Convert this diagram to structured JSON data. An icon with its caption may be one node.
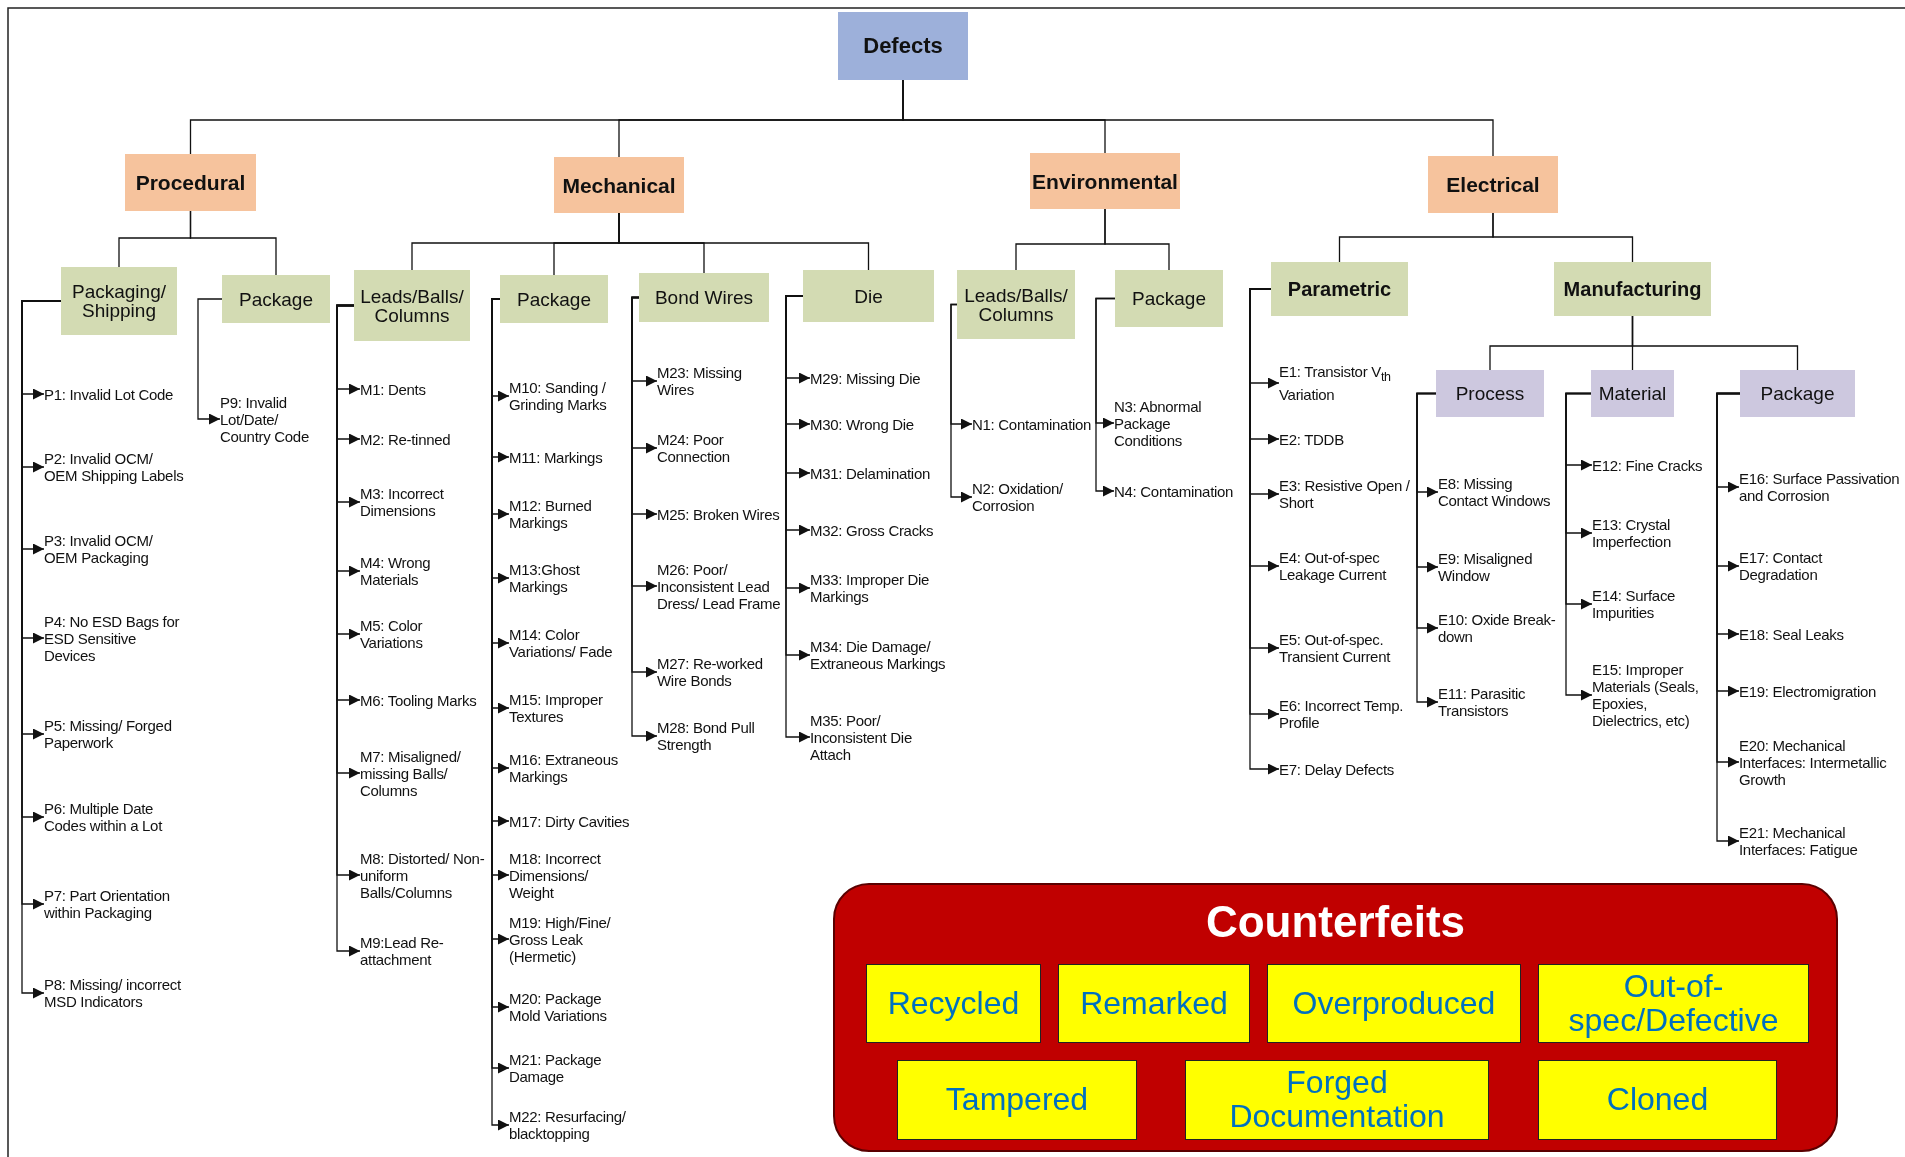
{
  "diagram": {
    "nodes": [
      {
        "text": [
          "Defects"
        ]
      },
      {
        "text": [
          "Procedural"
        ]
      },
      {
        "text": [
          "Mechanical"
        ]
      },
      {
        "text": [
          "Environmental"
        ]
      },
      {
        "text": [
          "Electrical"
        ]
      },
      {
        "text": [
          "Packaging/ Shipping"
        ]
      },
      {
        "text": [
          "P1: Invalid Lot Code"
        ]
      },
      {
        "text": [
          "P2: Invalid OCM/ OEM Shipping Labels"
        ]
      },
      {
        "text": [
          "P3: Invalid OCM/ OEM Packaging"
        ]
      },
      {
        "text": [
          "P4: No ESD Bags for ESD Sensitive Devices"
        ]
      },
      {
        "text": [
          "P5: Missing/ Forged Paperwork"
        ]
      },
      {
        "text": [
          "P6: Multiple Date Codes within a Lot"
        ]
      },
      {
        "text": [
          "P7: Part Orientation within Packaging"
        ]
      },
      {
        "text": [
          "P8: Missing/ incorrect MSD Indicators"
        ]
      },
      {
        "text": [
          "Package"
        ]
      },
      {
        "text": [
          "P9: Invalid Lot/Date/ Country Code"
        ]
      },
      {
        "text": [
          "Leads/Balls/ Columns"
        ]
      },
      {
        "text": [
          "M1: Dents"
        ]
      },
      {
        "text": [
          "M2: Re-tinned"
        ]
      },
      {
        "text": [
          "M3: Incorrect Dimensions"
        ]
      },
      {
        "text": [
          "M4: Wrong Materials"
        ]
      },
      {
        "text": [
          "M5: Color Variations"
        ]
      },
      {
        "text": [
          "M6: Tooling Marks"
        ]
      },
      {
        "text": [
          "M7: Misaligned/ missing Balls/ Columns"
        ]
      },
      {
        "text": [
          "M8: Distorted/ Non-uniform Balls/Columns"
        ]
      },
      {
        "text": [
          "M9:Lead Re-attachment"
        ]
      },
      {
        "text": [
          "Package"
        ]
      },
      {
        "text": [
          "M10: Sanding / Grinding Marks"
        ]
      },
      {
        "text": [
          "M11: Markings"
        ]
      },
      {
        "text": [
          "M12: Burned Markings"
        ]
      },
      {
        "text": [
          "M13:Ghost Markings"
        ]
      },
      {
        "text": [
          "M14: Color Variations/ Fade"
        ]
      },
      {
        "text": [
          "M15: Improper Textures"
        ]
      },
      {
        "text": [
          "M16: Extraneous Markings"
        ]
      },
      {
        "text": [
          "M17: Dirty Cavities"
        ]
      },
      {
        "text": [
          "M18: Incorrect Dimensions/ Weight"
        ]
      },
      {
        "text": [
          "M19: High/Fine/ Gross Leak (Hermetic)"
        ]
      },
      {
        "text": [
          "M20: Package Mold Variations"
        ]
      },
      {
        "text": [
          "M21: Package Damage"
        ]
      },
      {
        "text": [
          "M22: Resurfacing/ blacktopping"
        ]
      },
      {
        "text": [
          "Bond Wires"
        ]
      },
      {
        "text": [
          "M23: Missing Wires"
        ]
      },
      {
        "text": [
          "M24: Poor Connection"
        ]
      },
      {
        "text": [
          "M25: Broken Wires"
        ]
      },
      {
        "text": [
          "M26: Poor/ Inconsistent Lead Dress/ Lead Frame"
        ]
      },
      {
        "text": [
          "M27: Re-worked Wire Bonds"
        ]
      },
      {
        "text": [
          "M28: Bond Pull Strength"
        ]
      },
      {
        "text": [
          "Die"
        ]
      },
      {
        "text": [
          "M29: Missing Die"
        ]
      },
      {
        "text": [
          "M30: Wrong Die"
        ]
      },
      {
        "text": [
          "M31: Delamination"
        ]
      },
      {
        "text": [
          "M32: Gross Cracks"
        ]
      },
      {
        "text": [
          "M33: Improper Die Markings"
        ]
      },
      {
        "text": [
          "M34: Die Damage/ Extraneous Markings"
        ]
      },
      {
        "text": [
          "M35: Poor/ Inconsistent Die Attach"
        ]
      },
      {
        "text": [
          "Leads/Balls/ Columns"
        ]
      },
      {
        "text": [
          "N1: Contamination"
        ]
      },
      {
        "text": [
          "N2: Oxidation/ Corrosion"
        ]
      },
      {
        "text": [
          "Package"
        ]
      },
      {
        "text": [
          "N3: Abnormal Package Conditions"
        ]
      },
      {
        "text": [
          "N4: Contamination"
        ]
      },
      {
        "text": [
          "Parametric"
        ]
      },
      {
        "text": [
          "E1: Transistor V$_{th}$ Variation"
        ]
      },
      {
        "text": [
          "E2: TDDB"
        ]
      },
      {
        "text": [
          "E3: Resistive Open / Short"
        ]
      },
      {
        "text": [
          "E4: Out-of-spec Leakage Current"
        ]
      },
      {
        "text": [
          "E5: Out-of-spec. Transient Current"
        ]
      },
      {
        "text": [
          "E6: Incorrect Temp. Profile"
        ]
      },
      {
        "text": [
          "E7: Delay Defects"
        ]
      },
      {
        "text": [
          "Manufacturing"
        ]
      },
      {
        "text": [
          "Process"
        ]
      },
      {
        "text": [
          "E8: Missing Contact Windows"
        ]
      },
      {
        "text": [
          "E9: Misaligned Window"
        ]
      },
      {
        "text": [
          "E10: Oxide Break-down"
        ]
      },
      {
        "text": [
          "E11: Parasitic Transistors"
        ]
      },
      {
        "text": [
          "Material"
        ]
      },
      {
        "text": [
          "E12: Fine Cracks"
        ]
      },
      {
        "text": [
          "E13: Crystal Imperfection"
        ]
      },
      {
        "text": [
          "E14: Surface Impurities"
        ]
      },
      {
        "text": [
          "E15: Improper Materials (Seals, Epoxies, Dielectrics, etc)"
        ]
      },
      {
        "text": [
          "Package"
        ]
      },
      {
        "text": [
          "E16: Surface Passivation and Corrosion"
        ]
      },
      {
        "text": [
          "E17: Contact Degradation"
        ]
      },
      {
        "text": [
          "E18: Seal Leaks"
        ]
      },
      {
        "text": [
          "E19: Electromigration"
        ]
      },
      {
        "text": [
          "E20: Mechanical Interfaces: Intermetallic Growth"
        ]
      },
      {
        "text": [
          "E21: Mechanical Interfaces: Fatigue"
        ]
      },
      {
        "text": [
          "Counterfeits"
        ]
      },
      {
        "text": [
          "Recycled"
        ],
        "in": 87
      },
      {
        "text": [
          "Remarked"
        ],
        "in": 87
      },
      {
        "text": [
          "Overproduced"
        ],
        "in": 87
      },
      {
        "text": [
          "Out-of-spec/Defective"
        ],
        "in": 87
      },
      {
        "text": [
          "Tampered"
        ],
        "in": 87
      },
      {
        "text": [
          "Forged Documentation"
        ],
        "in": 87
      },
      {
        "text": [
          "Cloned"
        ],
        "in": 87
      }
    ],
    "edges": [
      {
        "from": 0,
        "to": 1,
        "arrow": "none"
      },
      {
        "from": 0,
        "to": 2,
        "arrow": "none"
      },
      {
        "from": 0,
        "to": 3,
        "arrow": "none"
      },
      {
        "from": 0,
        "to": 4,
        "arrow": "none"
      },
      {
        "from": 1,
        "to": 5,
        "arrow": "none"
      },
      {
        "from": 1,
        "to": 14,
        "arrow": "none"
      },
      {
        "from": 2,
        "to": 16,
        "arrow": "none"
      },
      {
        "from": 2,
        "to": 26,
        "arrow": "none"
      },
      {
        "from": 2,
        "to": 40,
        "arrow": "none"
      },
      {
        "from": 2,
        "to": 47,
        "arrow": "none"
      },
      {
        "from": 3,
        "to": 55,
        "arrow": "none"
      },
      {
        "from": 3,
        "to": 58,
        "arrow": "none"
      },
      {
        "from": 4,
        "to": 61,
        "arrow": "none"
      },
      {
        "from": 4,
        "to": 69,
        "arrow": "none"
      },
      {
        "from": 69,
        "to": 70,
        "arrow": "none"
      },
      {
        "from": 69,
        "to": 75,
        "arrow": "none"
      },
      {
        "from": 69,
        "to": 80,
        "arrow": "none"
      },
      {
        "from": 5,
        "to": 6,
        "arrow": "to"
      },
      {
        "from": 5,
        "to": 7,
        "arrow": "to"
      },
      {
        "from": 5,
        "to": 8,
        "arrow": "to"
      },
      {
        "from": 5,
        "to": 9,
        "arrow": "to"
      },
      {
        "from": 5,
        "to": 10,
        "arrow": "to"
      },
      {
        "from": 5,
        "to": 11,
        "arrow": "to"
      },
      {
        "from": 5,
        "to": 12,
        "arrow": "to"
      },
      {
        "from": 5,
        "to": 13,
        "arrow": "to"
      },
      {
        "from": 14,
        "to": 15,
        "arrow": "to"
      },
      {
        "from": 16,
        "to": 17,
        "arrow": "to"
      },
      {
        "from": 16,
        "to": 18,
        "arrow": "to"
      },
      {
        "from": 16,
        "to": 19,
        "arrow": "to"
      },
      {
        "from": 16,
        "to": 20,
        "arrow": "to"
      },
      {
        "from": 16,
        "to": 21,
        "arrow": "to"
      },
      {
        "from": 16,
        "to": 22,
        "arrow": "to"
      },
      {
        "from": 16,
        "to": 23,
        "arrow": "to"
      },
      {
        "from": 16,
        "to": 24,
        "arrow": "to"
      },
      {
        "from": 16,
        "to": 25,
        "arrow": "to"
      },
      {
        "from": 26,
        "to": 27,
        "arrow": "to"
      },
      {
        "from": 26,
        "to": 28,
        "arrow": "to"
      },
      {
        "from": 26,
        "to": 29,
        "arrow": "to"
      },
      {
        "from": 26,
        "to": 30,
        "arrow": "to"
      },
      {
        "from": 26,
        "to": 31,
        "arrow": "to"
      },
      {
        "from": 26,
        "to": 32,
        "arrow": "to"
      },
      {
        "from": 26,
        "to": 33,
        "arrow": "to"
      },
      {
        "from": 26,
        "to": 34,
        "arrow": "to"
      },
      {
        "from": 26,
        "to": 35,
        "arrow": "to"
      },
      {
        "from": 26,
        "to": 36,
        "arrow": "to"
      },
      {
        "from": 26,
        "to": 37,
        "arrow": "to"
      },
      {
        "from": 26,
        "to": 38,
        "arrow": "to"
      },
      {
        "from": 26,
        "to": 39,
        "arrow": "to"
      },
      {
        "from": 40,
        "to": 41,
        "arrow": "to"
      },
      {
        "from": 40,
        "to": 42,
        "arrow": "to"
      },
      {
        "from": 40,
        "to": 43,
        "arrow": "to"
      },
      {
        "from": 40,
        "to": 44,
        "arrow": "to"
      },
      {
        "from": 40,
        "to": 45,
        "arrow": "to"
      },
      {
        "from": 40,
        "to": 46,
        "arrow": "to"
      },
      {
        "from": 47,
        "to": 48,
        "arrow": "to"
      },
      {
        "from": 47,
        "to": 49,
        "arrow": "to"
      },
      {
        "from": 47,
        "to": 50,
        "arrow": "to"
      },
      {
        "from": 47,
        "to": 51,
        "arrow": "to"
      },
      {
        "from": 47,
        "to": 52,
        "arrow": "to"
      },
      {
        "from": 47,
        "to": 53,
        "arrow": "to"
      },
      {
        "from": 47,
        "to": 54,
        "arrow": "to"
      },
      {
        "from": 55,
        "to": 56,
        "arrow": "to"
      },
      {
        "from": 55,
        "to": 57,
        "arrow": "to"
      },
      {
        "from": 58,
        "to": 59,
        "arrow": "to"
      },
      {
        "from": 58,
        "to": 60,
        "arrow": "to"
      },
      {
        "from": 61,
        "to": 62,
        "arrow": "to"
      },
      {
        "from": 61,
        "to": 63,
        "arrow": "to"
      },
      {
        "from": 61,
        "to": 64,
        "arrow": "to"
      },
      {
        "from": 61,
        "to": 65,
        "arrow": "to"
      },
      {
        "from": 61,
        "to": 66,
        "arrow": "to"
      },
      {
        "from": 61,
        "to": 67,
        "arrow": "to"
      },
      {
        "from": 61,
        "to": 68,
        "arrow": "to"
      },
      {
        "from": 70,
        "to": 71,
        "arrow": "to"
      },
      {
        "from": 70,
        "to": 72,
        "arrow": "to"
      },
      {
        "from": 70,
        "to": 73,
        "arrow": "to"
      },
      {
        "from": 70,
        "to": 74,
        "arrow": "to"
      },
      {
        "from": 75,
        "to": 76,
        "arrow": "to"
      },
      {
        "from": 75,
        "to": 77,
        "arrow": "to"
      },
      {
        "from": 75,
        "to": 78,
        "arrow": "to"
      },
      {
        "from": 75,
        "to": 79,
        "arrow": "to"
      },
      {
        "from": 80,
        "to": 81,
        "arrow": "to"
      },
      {
        "from": 80,
        "to": 82,
        "arrow": "to"
      },
      {
        "from": 80,
        "to": 83,
        "arrow": "to"
      },
      {
        "from": 80,
        "to": 84,
        "arrow": "to"
      },
      {
        "from": 80,
        "to": 85,
        "arrow": "to"
      },
      {
        "from": 80,
        "to": 86,
        "arrow": "to"
      }
    ]
  }
}
